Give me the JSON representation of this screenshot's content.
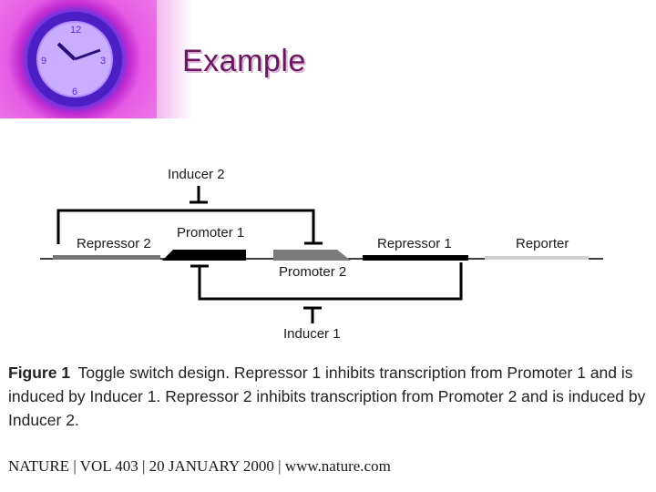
{
  "slide": {
    "title": "Example"
  },
  "diagram": {
    "labels": {
      "inducer2": "Inducer 2",
      "inducer1": "Inducer 1",
      "repressor2": "Repressor 2",
      "promoter1": "Promoter 1",
      "promoter2": "Promoter 2",
      "repressor1": "Repressor 1",
      "reporter": "Reporter"
    }
  },
  "caption": {
    "figure_label": "Figure 1",
    "text": "Toggle switch design. Repressor 1 inhibits transcription from Promoter 1 and is induced by Inducer 1. Repressor 2 inhibits transcription from Promoter 2 and is induced by Inducer 2."
  },
  "citation": {
    "journal": "NATURE",
    "volume": "VOL 403",
    "date": "20 JANUARY 2000",
    "url": "www.nature.com"
  },
  "colors": {
    "title": "#6b1660",
    "promoter1": "#000000",
    "promoter2": "#7a7a7a",
    "repressor2_bar": "#777777",
    "reporter_bar": "#cfcfcf",
    "line": "#000000"
  }
}
